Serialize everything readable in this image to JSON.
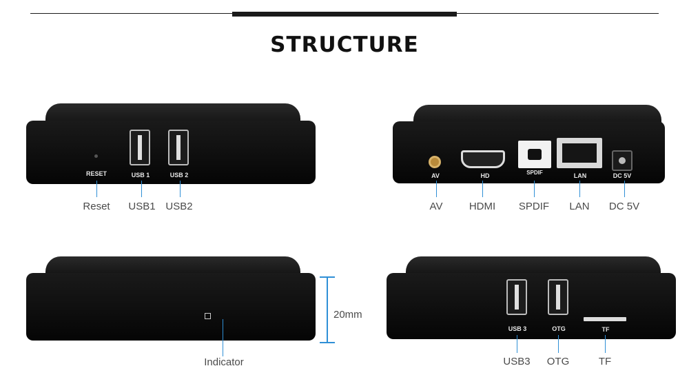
{
  "title": "STRUCTURE",
  "front": {
    "port_labels": {
      "reset": "RESET",
      "usb1": "USB 1",
      "usb2": "USB 2"
    },
    "callouts": {
      "reset": "Reset",
      "usb1": "USB1",
      "usb2": "USB2"
    }
  },
  "back": {
    "port_labels": {
      "av": "AV",
      "hd": "HD",
      "spdif": "SPDIF",
      "lan": "LAN",
      "dc": "DC 5V"
    },
    "callouts": {
      "av": "AV",
      "hdmi": "HDMI",
      "spdif": "SPDIF",
      "lan": "LAN",
      "dc": "DC 5V"
    }
  },
  "side_a": {
    "height_label": "20mm",
    "callouts": {
      "indicator": "Indicator"
    }
  },
  "side_b": {
    "port_labels": {
      "usb3": "USB 3",
      "otg": "OTG",
      "tf": "TF"
    },
    "callouts": {
      "usb3": "USB3",
      "otg": "OTG",
      "tf": "TF"
    }
  },
  "colors": {
    "accent_line": "#2e8fd6",
    "device": "#111111"
  }
}
